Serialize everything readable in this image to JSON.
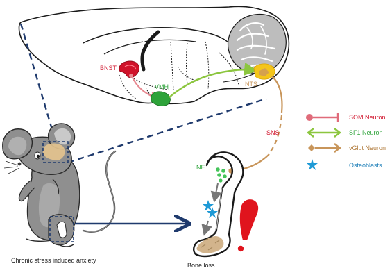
{
  "labels": {
    "bnst": "BNST",
    "vmh": "VMH",
    "nts": "NTS",
    "sns": "SNS",
    "ne": "NE",
    "caption_left": "Chronic stress induced anxiety",
    "caption_bone": "Bone loss"
  },
  "legend": [
    {
      "label": "SOM Neuron",
      "color": "#e06b7a",
      "icon": "circle-bar-arrow"
    },
    {
      "label": "SF1 Neuron",
      "color": "#8cc63f",
      "icon": "double-arrow"
    },
    {
      "label": "vGlut Neuron",
      "color": "#c8955a",
      "icon": "diamond-arrow"
    },
    {
      "label": "Osteoblasts",
      "color": "#1e9ad6",
      "icon": "star"
    }
  ],
  "colors": {
    "bnst": "#d0122a",
    "vmh": "#2ea33a",
    "nts": "#f4c51a",
    "som_path": "#e88a92",
    "sf1_path": "#8cc63f",
    "vglut_path": "#c8955a",
    "dashed_zoom": "#1f3a6d",
    "exclamation": "#e0141d",
    "bone_marrow": "#d2b48c",
    "osteoblast": "#1e9ad6",
    "ne_dots": "#45c45a"
  }
}
